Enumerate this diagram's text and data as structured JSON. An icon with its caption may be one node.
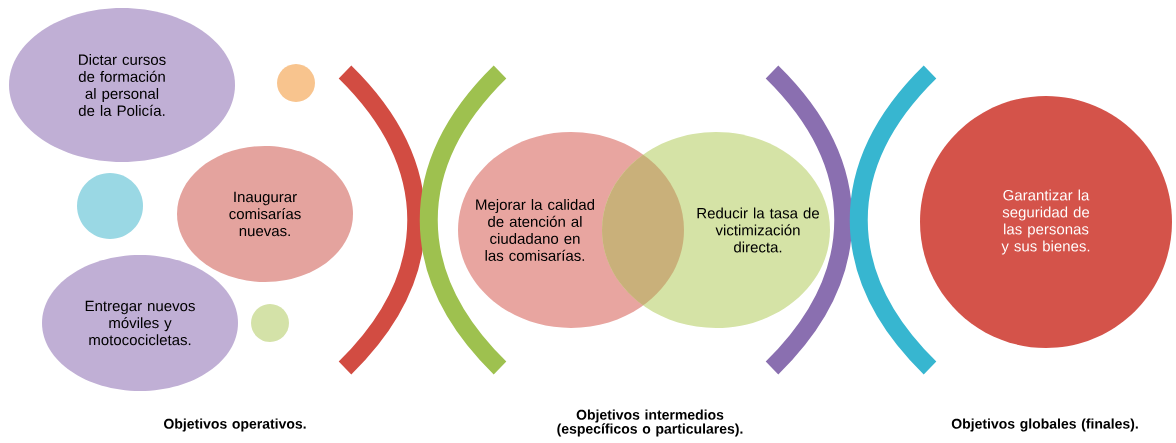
{
  "diagram": {
    "nodes": [
      {
        "text": [
          "Dictar cursos de formación al personal de la Policía."
        ]
      },
      {
        "text": [],
        "shape": "circle"
      },
      {
        "text": [],
        "shape": "circle"
      },
      {
        "text": [
          "Inaugurar comisarías nuevas."
        ]
      },
      {
        "text": [
          "Entregar nuevos móviles y motococicletas."
        ]
      },
      {
        "text": [],
        "shape": "circle"
      },
      {
        "text": [
          "Mejorar la calidad de atención al ciudadano en las comisarías."
        ]
      },
      {
        "text": [
          "Reducir la tasa de victimización directa."
        ]
      },
      {
        "text": [
          "Garantizar la seguridad de las personas y sus bienes."
        ]
      }
    ],
    "labels": [
      "Objetivos operativos.",
      "Objetivos intermedios (específicos o particulares).",
      "Objetivos globales (finales)."
    ]
  }
}
